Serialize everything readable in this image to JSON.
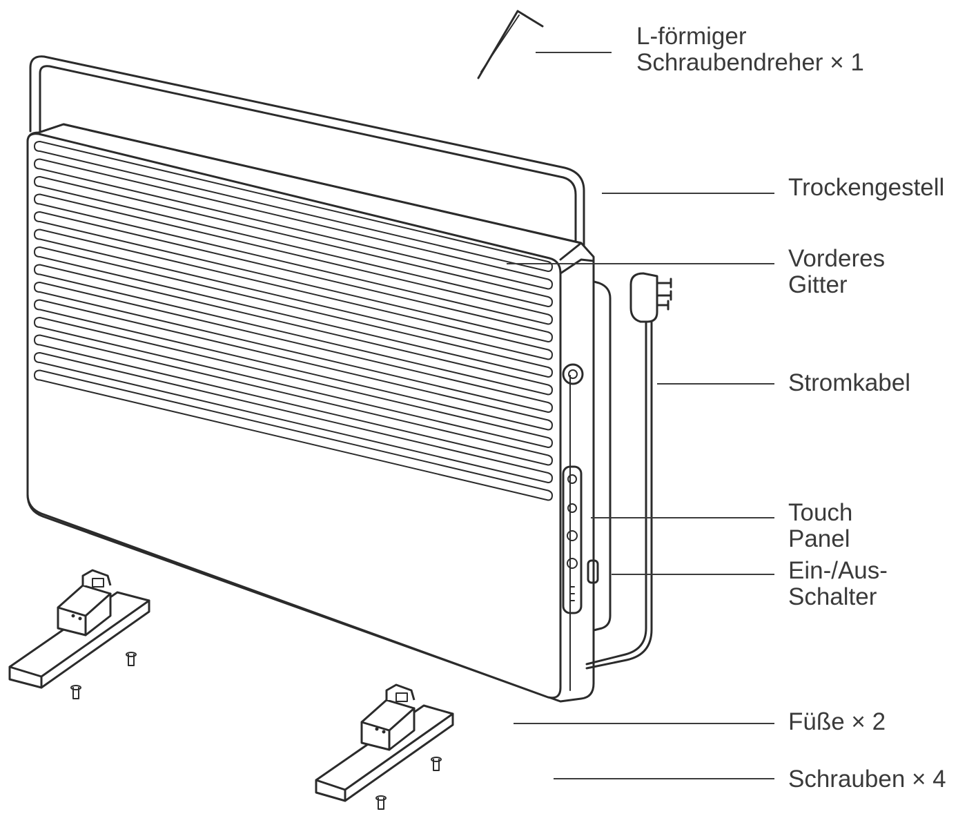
{
  "labels": {
    "screwdriver": [
      "L-förmiger",
      "Schraubendreher × 1"
    ],
    "drying_rack": [
      "Trockengestell"
    ],
    "front_grille": [
      "Vorderes",
      "Gitter"
    ],
    "power_cable": [
      "Stromkabel"
    ],
    "touch_panel": [
      "Touch",
      "Panel"
    ],
    "power_switch": [
      "Ein-/Aus-",
      "Schalter"
    ],
    "feet": [
      "Füße × 2"
    ],
    "screws": [
      "Schrauben × 4"
    ]
  },
  "colors": {
    "line": "#2b2b2b",
    "text": "#3a3a3a",
    "background": "#ffffff"
  }
}
